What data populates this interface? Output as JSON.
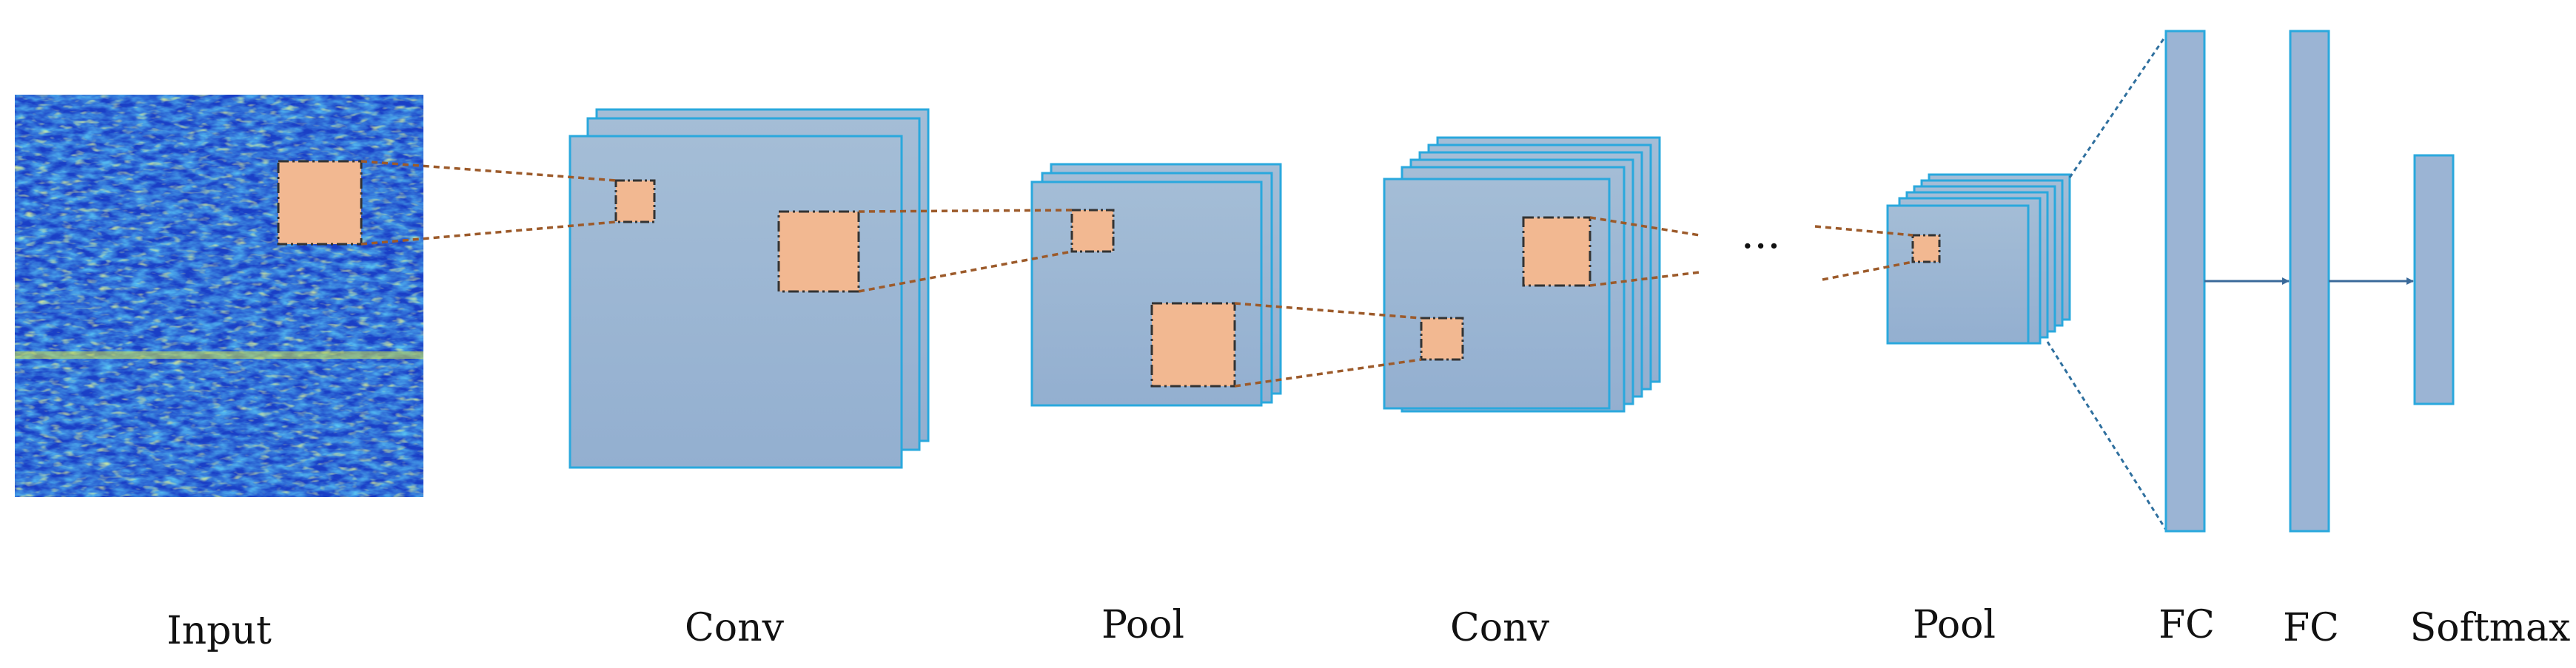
{
  "colors": {
    "map_fill_top": "#a4bdd6",
    "map_fill_bottom": "#93afd0",
    "map_stroke": "#2aa8dd",
    "patch_fill": "#f2b891",
    "patch_stroke": "#333333",
    "connector": "#9c5a2a",
    "fc_fill": "#9bb4d4",
    "arrow": "#3a6a9a",
    "input_base": "#1a3fc6",
    "input_texture_a": "#27b3d8",
    "input_texture_b": "#e8f046"
  },
  "labels": {
    "input": "Input",
    "conv1": "Conv",
    "pool1": "Pool",
    "conv2": "Conv",
    "pool2": "Pool",
    "fc1": "FC",
    "fc2": "FC",
    "softmax": "Softmax",
    "ellipsis": "···"
  }
}
